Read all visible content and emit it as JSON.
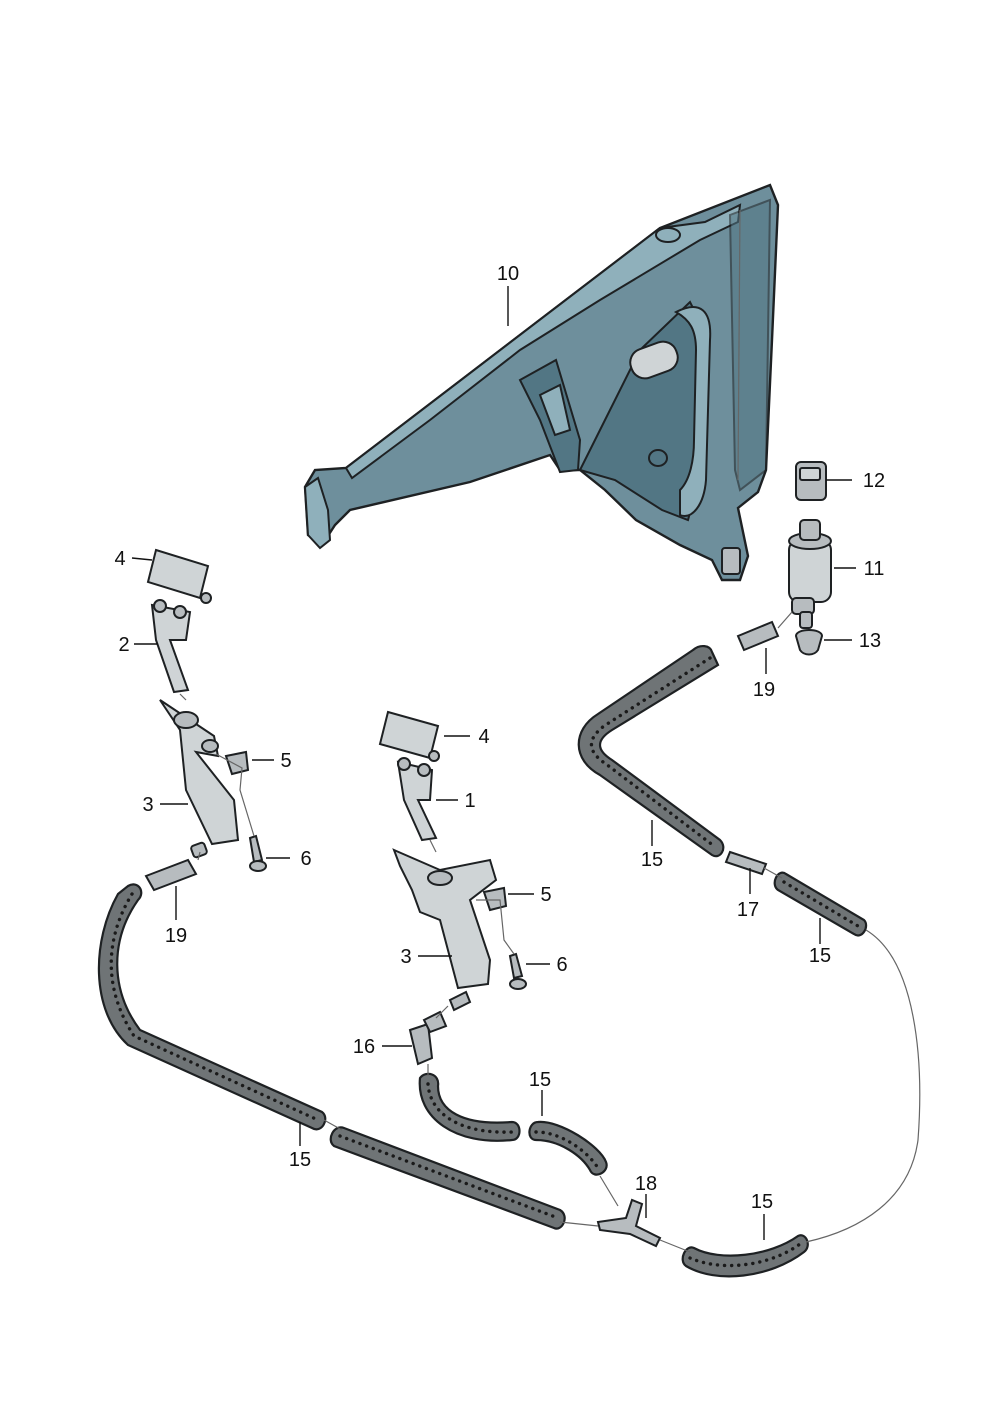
{
  "callouts": [
    {
      "id": "c10",
      "text": "10"
    },
    {
      "id": "c12",
      "text": "12"
    },
    {
      "id": "c11",
      "text": "11"
    },
    {
      "id": "c13",
      "text": "13"
    },
    {
      "id": "c19a",
      "text": "19"
    },
    {
      "id": "c4a",
      "text": "4"
    },
    {
      "id": "c2",
      "text": "2"
    },
    {
      "id": "c5a",
      "text": "5"
    },
    {
      "id": "c3a",
      "text": "3"
    },
    {
      "id": "c6a",
      "text": "6"
    },
    {
      "id": "c19b",
      "text": "19"
    },
    {
      "id": "c4b",
      "text": "4"
    },
    {
      "id": "c1",
      "text": "1"
    },
    {
      "id": "c5b",
      "text": "5"
    },
    {
      "id": "c3b",
      "text": "3"
    },
    {
      "id": "c6b",
      "text": "6"
    },
    {
      "id": "c15a",
      "text": "15"
    },
    {
      "id": "c17",
      "text": "17"
    },
    {
      "id": "c15b",
      "text": "15"
    },
    {
      "id": "c16",
      "text": "16"
    },
    {
      "id": "c15c",
      "text": "15"
    },
    {
      "id": "c15d",
      "text": "15"
    },
    {
      "id": "c18",
      "text": "18"
    },
    {
      "id": "c15e",
      "text": "15"
    }
  ]
}
